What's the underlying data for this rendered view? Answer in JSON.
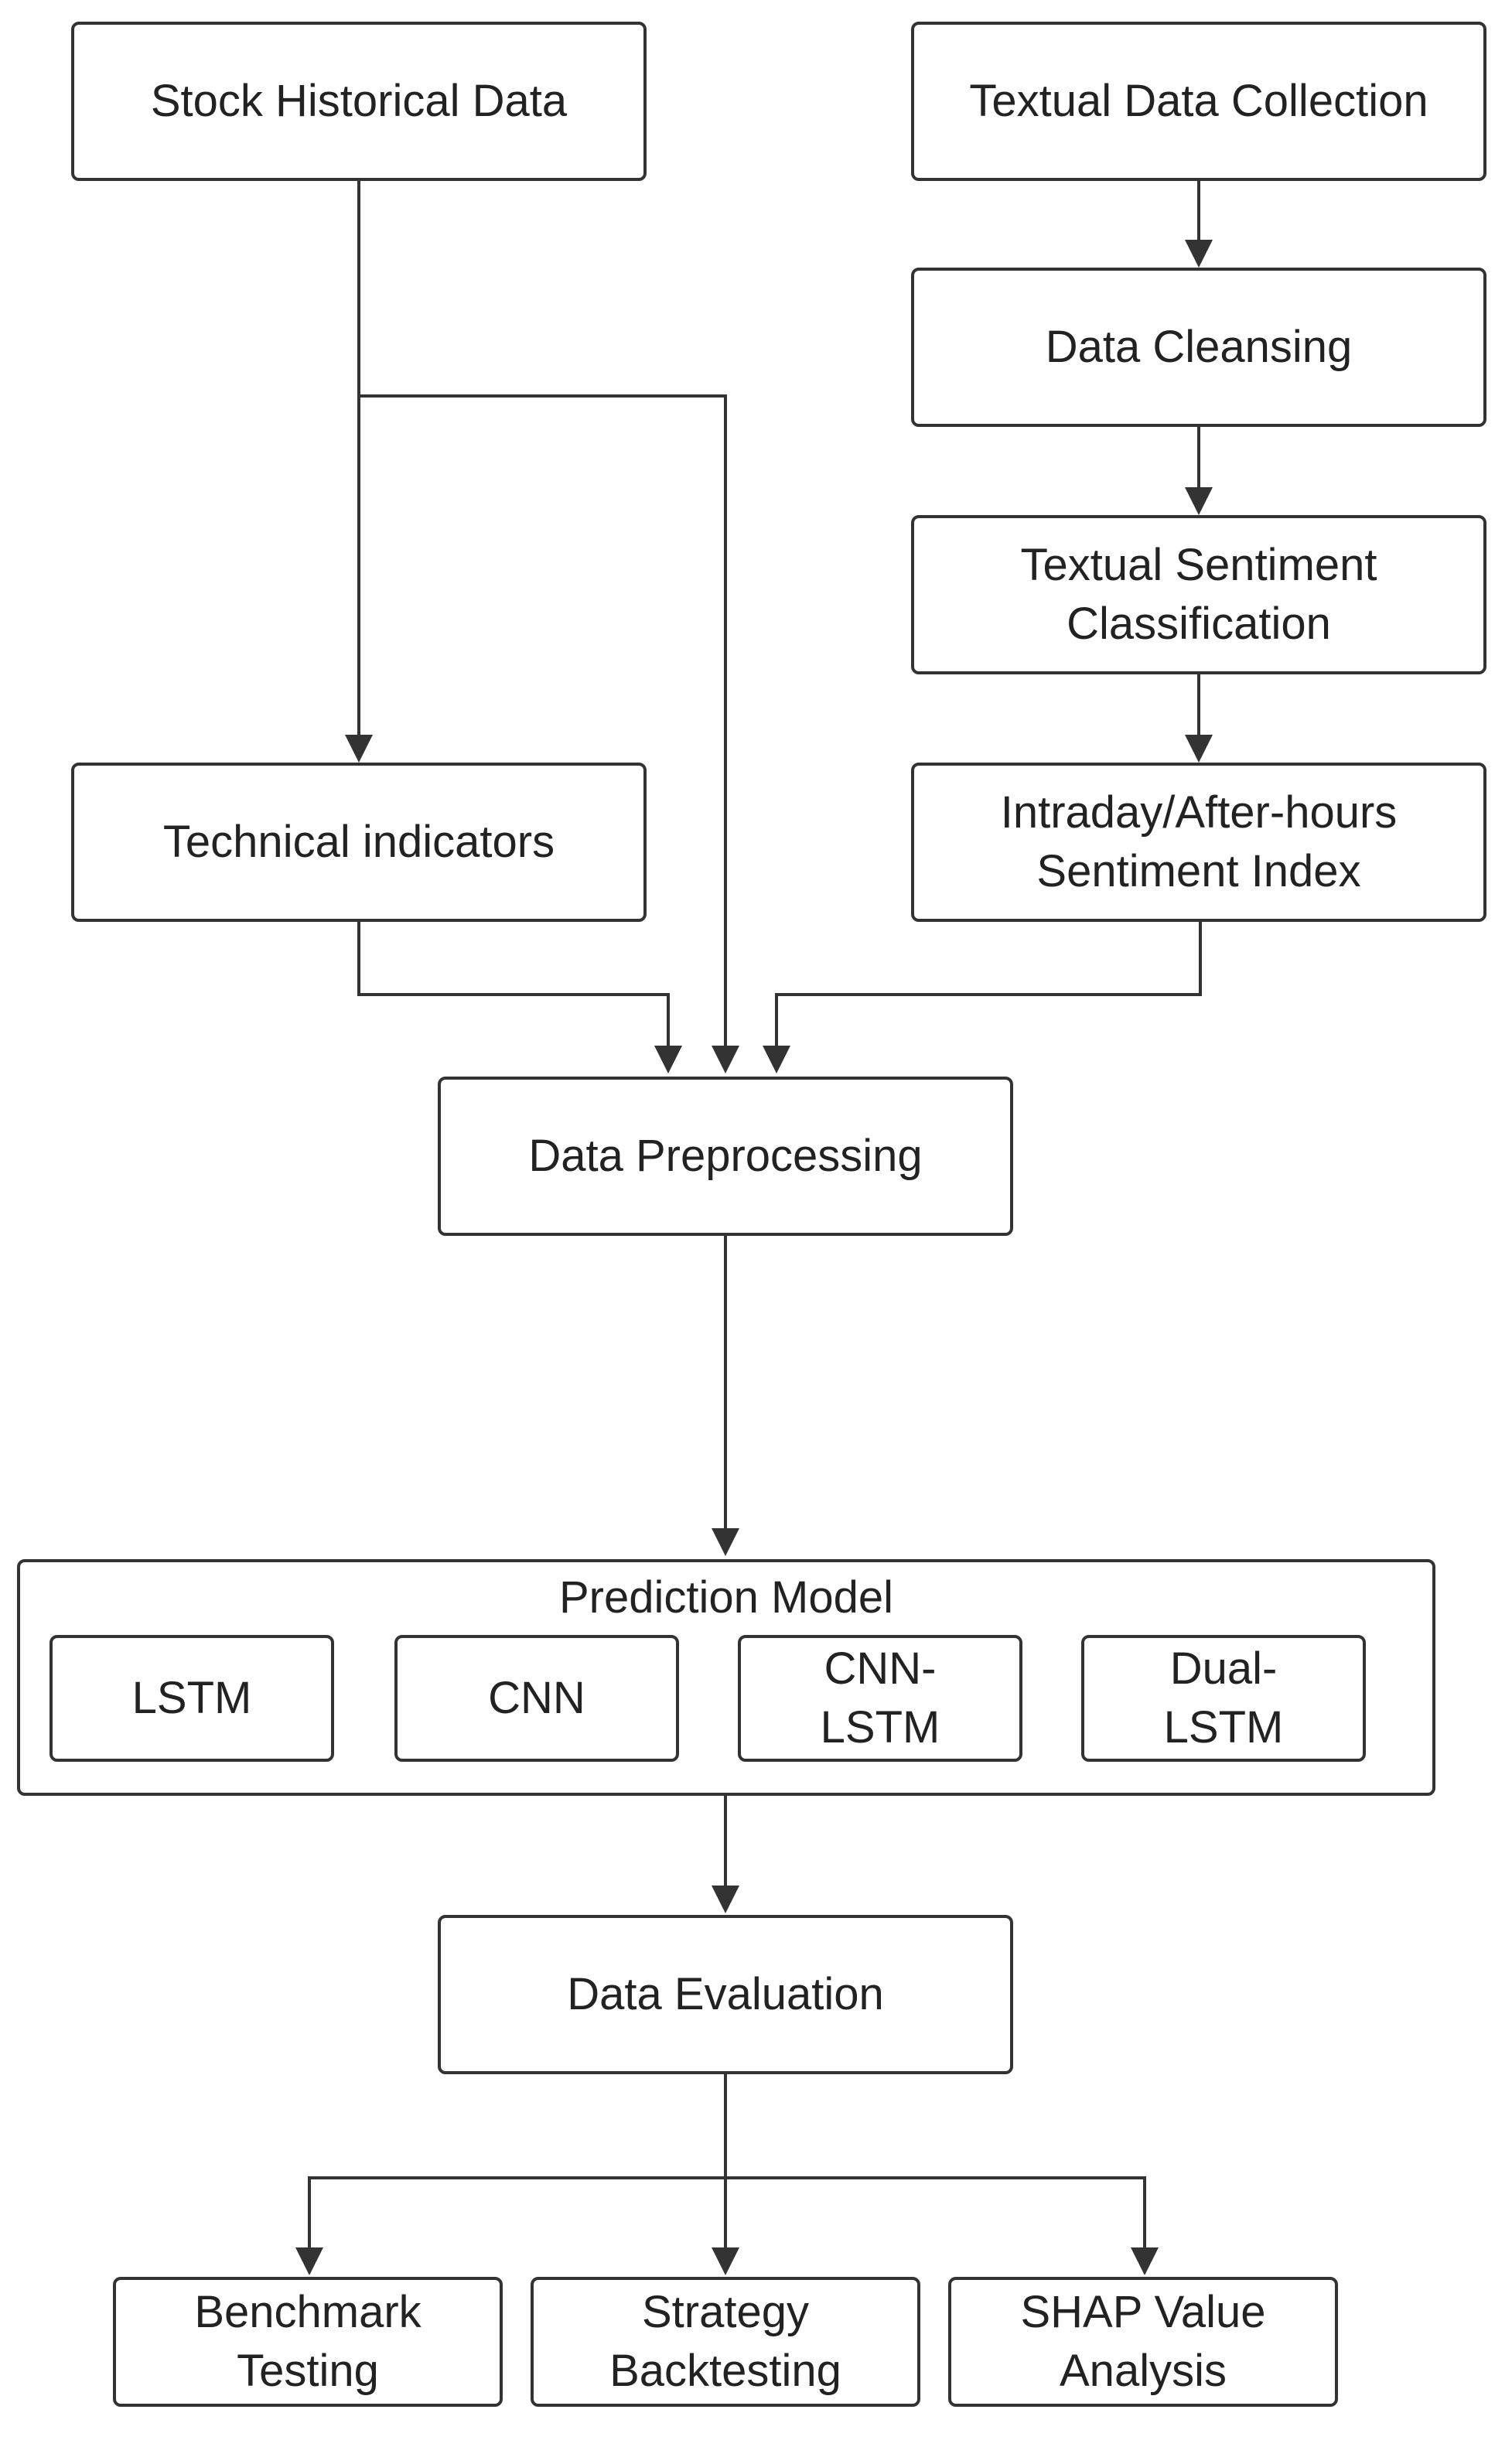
{
  "diagram": {
    "nodes": {
      "stock_historical": "Stock Historical Data",
      "textual_collection": "Textual Data Collection",
      "data_cleansing": "Data Cleansing",
      "sentiment_classification": "Textual Sentiment Classification",
      "technical_indicators": "Technical indicators",
      "sentiment_index": "Intraday/After-hours Sentiment Index",
      "data_preprocessing": "Data Preprocessing",
      "prediction_model": {
        "title": "Prediction Model",
        "models": [
          "LSTM",
          "CNN",
          "CNN-LSTM",
          "Dual-LSTM"
        ]
      },
      "data_evaluation": "Data Evaluation",
      "benchmark_testing": "Benchmark Testing",
      "strategy_backtesting": "Strategy Backtesting",
      "shap_analysis": "SHAP Value Analysis"
    },
    "edges": [
      [
        "Stock Historical Data",
        "Technical indicators"
      ],
      [
        "Stock Historical Data",
        "Data Preprocessing"
      ],
      [
        "Textual Data Collection",
        "Data Cleansing"
      ],
      [
        "Data Cleansing",
        "Textual Sentiment Classification"
      ],
      [
        "Textual Sentiment Classification",
        "Intraday/After-hours Sentiment Index"
      ],
      [
        "Technical indicators",
        "Data Preprocessing"
      ],
      [
        "Intraday/After-hours Sentiment Index",
        "Data Preprocessing"
      ],
      [
        "Data Preprocessing",
        "Prediction Model"
      ],
      [
        "Prediction Model",
        "Data Evaluation"
      ],
      [
        "Data Evaluation",
        "Benchmark Testing"
      ],
      [
        "Data Evaluation",
        "Strategy Backtesting"
      ],
      [
        "Data Evaluation",
        "SHAP Value Analysis"
      ]
    ],
    "colors": {
      "stroke": "#333333",
      "text": "#222222",
      "background": "#ffffff"
    }
  }
}
